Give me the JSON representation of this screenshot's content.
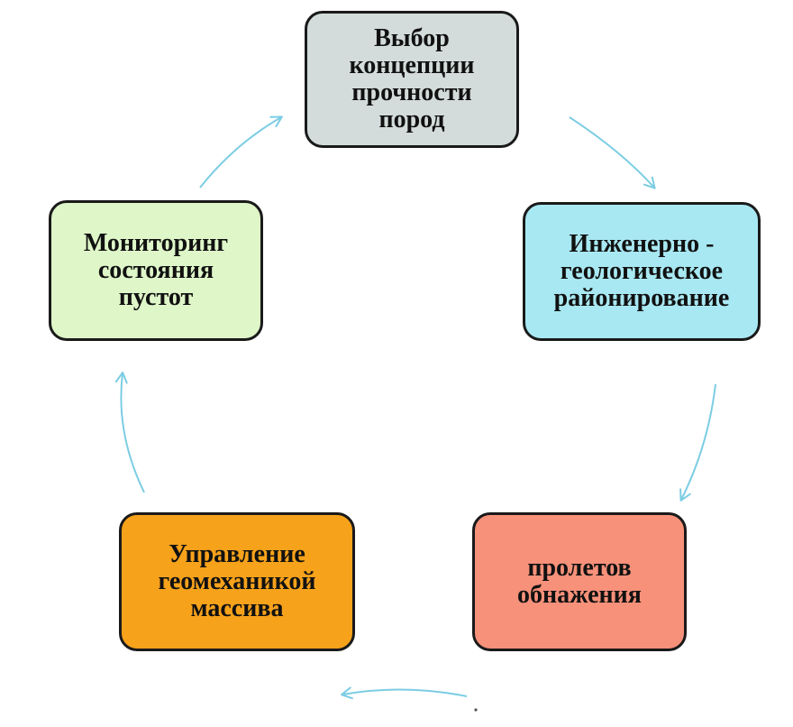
{
  "nodes": {
    "top": {
      "label": "Выбор\nконцепции\nпрочности\nпород",
      "color": "#d3dcda"
    },
    "right": {
      "label": "Инженерно -\nгеологическое\nрайонирование",
      "color": "#a8e8f2"
    },
    "bottom_right": {
      "label": "пролетов\nобнажения",
      "color": "#f7917a"
    },
    "bottom_left": {
      "label": "Управление\nгеомеханикой\nмассива",
      "color": "#f7a21b"
    },
    "left": {
      "label": "Мониторинг\nсостояния\nпустот",
      "color": "#def6c8"
    }
  },
  "arrows": {
    "color": "#7ccde3",
    "connections": [
      {
        "from": "top",
        "to": "right"
      },
      {
        "from": "right",
        "to": "bottom_right"
      },
      {
        "from": "bottom_right",
        "to": "bottom_left"
      },
      {
        "from": "bottom_left",
        "to": "left"
      },
      {
        "from": "left",
        "to": "top"
      }
    ]
  }
}
